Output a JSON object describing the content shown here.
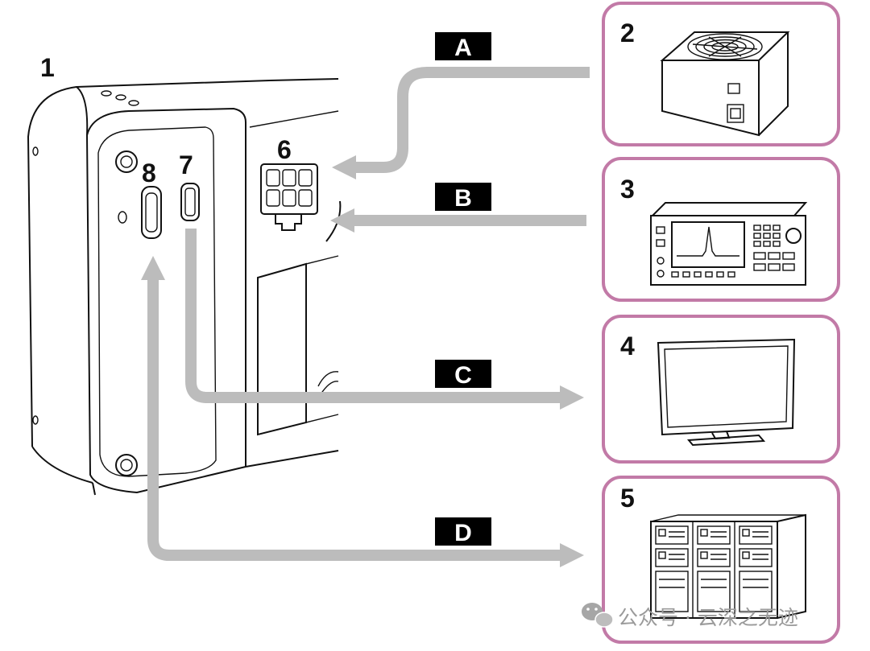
{
  "device_label": "1",
  "ports": {
    "dc_in": "6",
    "port_7": "7",
    "port_8": "8"
  },
  "devices": [
    {
      "id": "2",
      "icon": "power-supply-icon"
    },
    {
      "id": "3",
      "icon": "signal-analyzer-icon"
    },
    {
      "id": "4",
      "icon": "monitor-icon"
    },
    {
      "id": "5",
      "icon": "server-rack-icon"
    }
  ],
  "connections": [
    {
      "label": "A"
    },
    {
      "label": "B"
    },
    {
      "label": "C"
    },
    {
      "label": "D"
    }
  ],
  "watermark": "公众号 · 云深之无迹",
  "colors": {
    "box_border": "#c27aa7",
    "arrow": "#bcbcbc",
    "label_bg": "#000000"
  }
}
